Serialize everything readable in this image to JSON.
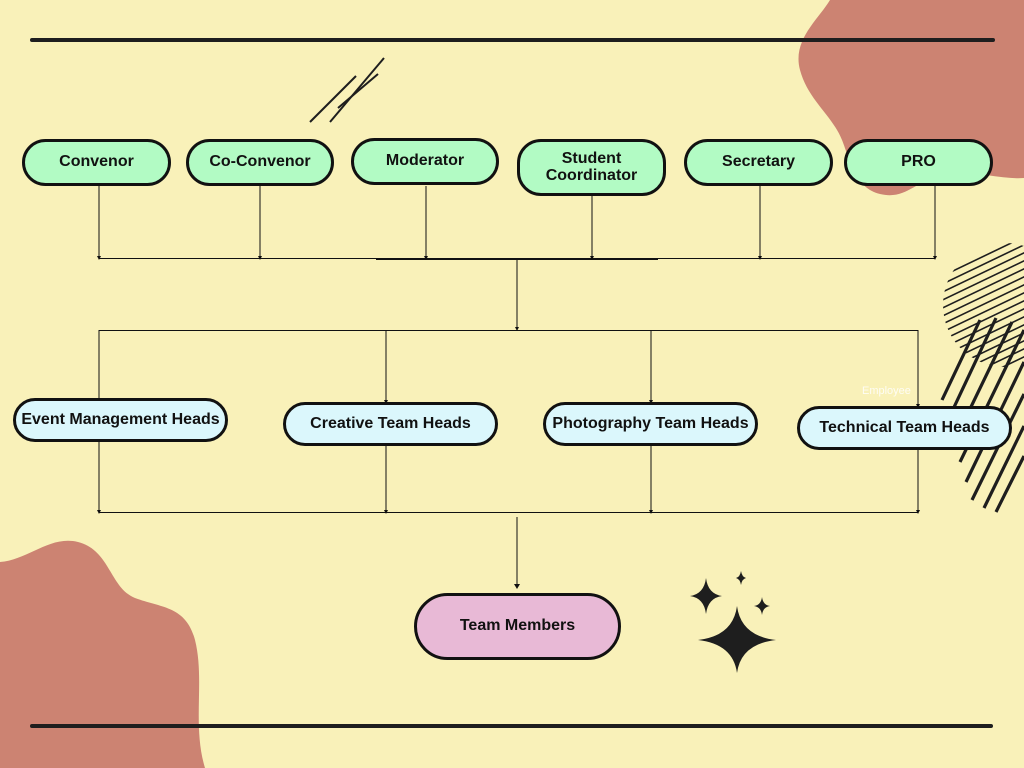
{
  "colors": {
    "background": "#f9f1b9",
    "blob": "#cc8372",
    "leadership_fill": "#b2fbc4",
    "heads_fill": "#dbf7fc",
    "members_fill": "#e8b9d6",
    "stroke": "#111111"
  },
  "leadership": [
    {
      "label": "Convenor"
    },
    {
      "label": "Co-Convenor"
    },
    {
      "label": "Moderator"
    },
    {
      "label": "Student Coordinator"
    },
    {
      "label": "Secretary"
    },
    {
      "label": "PRO"
    }
  ],
  "heads": [
    {
      "label": "Event Management Heads"
    },
    {
      "label": "Creative Team Heads"
    },
    {
      "label": "Photography Team Heads"
    },
    {
      "label": "Technical Team Heads"
    }
  ],
  "members": {
    "label": "Team Members"
  },
  "watermark": "Employee",
  "decorations": [
    "blob-top-right",
    "blob-bottom-left",
    "striped-circle",
    "diagonal-lines",
    "sparkle-stars"
  ]
}
